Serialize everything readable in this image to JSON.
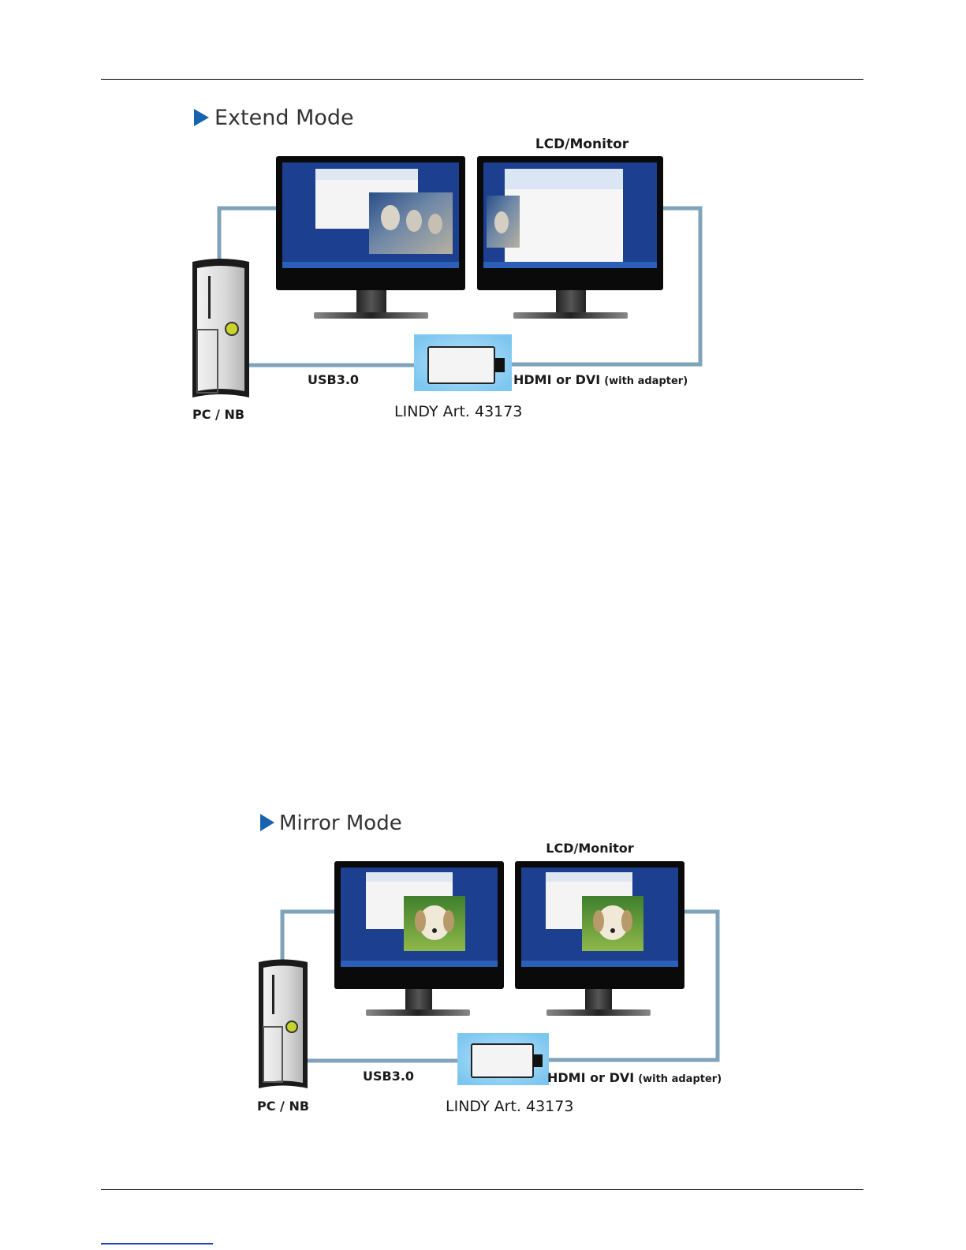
{
  "page": {
    "colors": {
      "accent": "#1763b0",
      "cable": "#7fa3b8",
      "screen": "#1c3f8f",
      "glow": "#8fd0f5"
    }
  },
  "diagrams": [
    {
      "title": "Extend Mode",
      "monitor_label": "LCD/Monitor",
      "computer_label": "PC / NB",
      "usb_label": "USB3.0",
      "output_label": "HDMI or DVI",
      "output_note": "(with adapter)",
      "device_label": "LINDY Art. 43173"
    },
    {
      "title": "Mirror Mode",
      "monitor_label": "LCD/Monitor",
      "computer_label": "PC / NB",
      "usb_label": "USB3.0",
      "output_label": "HDMI or DVI",
      "output_note": "(with adapter)",
      "device_label": "LINDY Art. 43173"
    }
  ]
}
